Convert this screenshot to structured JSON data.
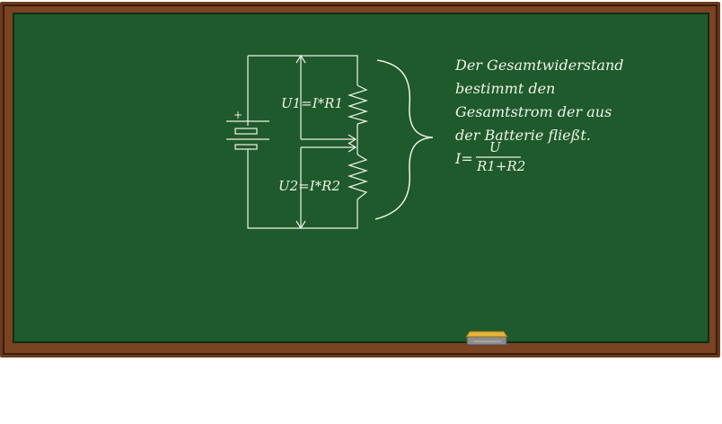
{
  "diagram": {
    "battery_sign": "+",
    "labels": {
      "u1": "U1=I*R1",
      "u2": "U2=I*R2"
    },
    "explanation": [
      "Der Gesamtwiderstand",
      "bestimmt den",
      "Gesamtstrom der aus",
      "der Batterie fließt."
    ],
    "formula": {
      "lhs": "I=",
      "numerator": "U",
      "denominator": "R1+R2"
    }
  },
  "colors": {
    "board": "#1e5a2c",
    "frame": "#6b3a1c",
    "chalk": "#f2f2e6",
    "sponge": "#d9a52b"
  },
  "icons": [
    "eraser-sponge-icon"
  ]
}
